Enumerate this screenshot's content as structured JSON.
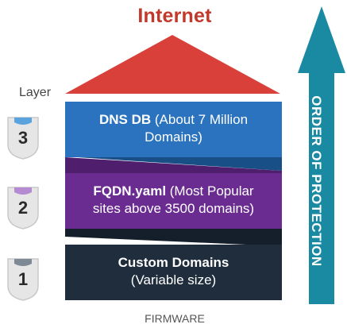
{
  "title": "Internet",
  "layer_label": "Layer",
  "footer": "FIRMWARE",
  "side_arrow": {
    "label": "ORDER OF PROTECTION",
    "color": "#1a8aa3"
  },
  "layers": [
    {
      "number": "3",
      "name": "DNS DB",
      "detail_1": " (About 7 Million",
      "detail_2": "Domains)",
      "color": "#2b73bf",
      "badge_accent": "#5ba3dd"
    },
    {
      "number": "2",
      "name": "FQDN.yaml",
      "detail_1": " (Most Popular",
      "detail_2": "sites above 3500 domains)",
      "color": "#6a2c91",
      "badge_accent": "#b48ad0"
    },
    {
      "number": "1",
      "name": "Custom Domains",
      "detail_1": "",
      "detail_2": "(Variable size)",
      "color": "#1f2d3d",
      "badge_accent": "#7d8a96"
    }
  ],
  "roof_color": "#d9403a"
}
